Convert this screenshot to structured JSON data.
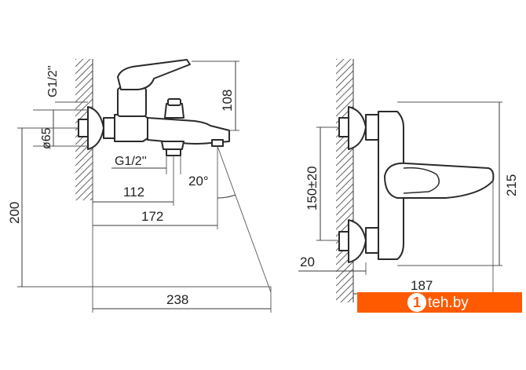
{
  "front_view": {
    "thread_top": "G1/2''",
    "diameter": "ø65",
    "thread_bottom": "G1/2''",
    "height_108": "108",
    "dim_112": "112",
    "angle": "20°",
    "dim_172": "172",
    "dim_200": "200",
    "dim_238": "238"
  },
  "side_view": {
    "dim_150": "150±20",
    "dim_215": "215",
    "dim_20": "20",
    "dim_187": "187"
  },
  "watermark": {
    "badge": "1",
    "text": "teh.by",
    "color": "#ff5a00"
  }
}
